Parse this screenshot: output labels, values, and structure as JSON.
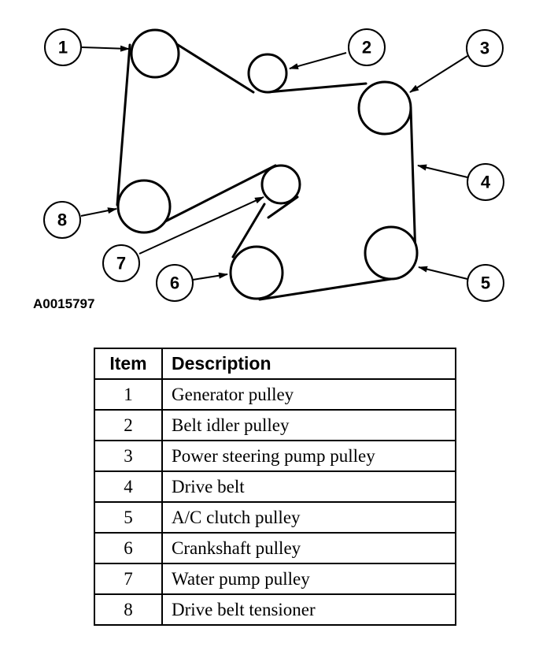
{
  "figure_id": "A0015797",
  "callouts": [
    "1",
    "2",
    "3",
    "4",
    "5",
    "6",
    "7",
    "8"
  ],
  "table": {
    "headers": {
      "item": "Item",
      "description": "Description"
    },
    "rows": [
      {
        "item": "1",
        "description": "Generator pulley"
      },
      {
        "item": "2",
        "description": "Belt idler pulley"
      },
      {
        "item": "3",
        "description": "Power steering pump pulley"
      },
      {
        "item": "4",
        "description": "Drive belt"
      },
      {
        "item": "5",
        "description": "A/C clutch pulley"
      },
      {
        "item": "6",
        "description": "Crankshaft pulley"
      },
      {
        "item": "7",
        "description": "Water pump pulley"
      },
      {
        "item": "8",
        "description": "Drive belt tensioner"
      }
    ]
  }
}
